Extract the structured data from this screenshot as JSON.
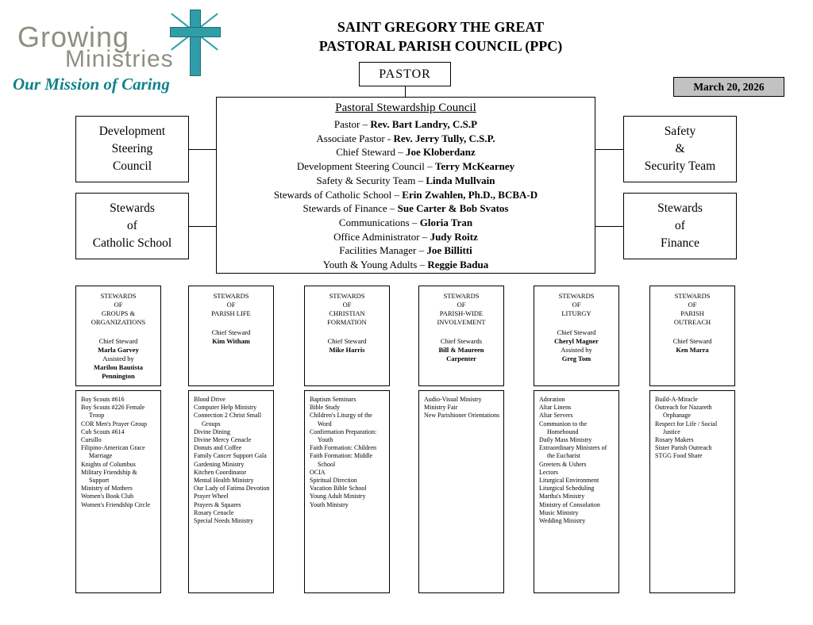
{
  "logo": {
    "word1": "Growing",
    "word2": "Ministries",
    "tagline": "Our Mission of Caring"
  },
  "header": {
    "title_line1": "SAINT GREGORY THE GREAT",
    "title_line2": "PASTORAL PARISH COUNCIL (PPC)",
    "date": "March 20, 2026"
  },
  "pastor_box": {
    "label": "PASTOR"
  },
  "council": {
    "title": "Pastoral Stewardship Council",
    "members": [
      {
        "role": "Pastor – ",
        "name": "Rev. Bart Landry, C.S.P"
      },
      {
        "role": "Associate Pastor - ",
        "name": "Rev. Jerry Tully, C.S.P."
      },
      {
        "role": "Chief Steward – ",
        "name": "Joe Kloberdanz"
      },
      {
        "role": "Development Steering Council – ",
        "name": "Terry McKearney"
      },
      {
        "role": "Safety & Security Team – ",
        "name": "Linda Mullvain"
      },
      {
        "role": "Stewards of Catholic School – ",
        "name": "Erin Zwahlen, Ph.D., BCBA-D"
      },
      {
        "role": "Stewards of Finance – ",
        "name": "Sue Carter & Bob Svatos"
      },
      {
        "role": "Communications – ",
        "name": "Gloria Tran"
      },
      {
        "role": "Office Administrator – ",
        "name": "Judy Roitz"
      },
      {
        "role": "Facilities Manager – ",
        "name": "Joe Billitti"
      },
      {
        "role": "Youth & Young Adults – ",
        "name": "Reggie Badua"
      }
    ]
  },
  "side_boxes": {
    "dev_council": "Development\nSteering\nCouncil",
    "catholic_school": "Stewards\nof\nCatholic School",
    "safety": "Safety\n&\nSecurity Team",
    "finance": "Stewards\nof\nFinance"
  },
  "columns": [
    {
      "title": "STEWARDS\nOF\nGROUPS &\nORGANIZATIONS",
      "chief_label": "Chief Steward",
      "chief_name": "Marla Garvey",
      "assisted_label": "Assisted by",
      "assisted_name": "Marilou Bautista\nPennington",
      "items": [
        "Boy Scouts #616",
        "Boy Scouts #226 Female Troop",
        "COR Men's Prayer Group",
        "Cub Scouts #614",
        "Cursillo",
        "Filipino-American Grace Marriage",
        "Knights of Columbus",
        "Military Friendship & Support",
        "Ministry of Mothers",
        "Women's Book Club",
        "Women's Friendship Circle"
      ]
    },
    {
      "title": "STEWARDS\nOF\nPARISH LIFE",
      "chief_label": "Chief Steward",
      "chief_name": "Kim Witham",
      "items": [
        "Blood Drive",
        "Computer Help Ministry",
        "Connection 2 Christ Small Groups",
        "Divine Dining",
        "Divine Mercy Cenacle",
        "Donuts and Coffee",
        "Family Cancer Support Gala",
        "Gardening Ministry",
        "Kitchen Coordinator",
        "Mental Health Ministry",
        "Our Lady of Fatima Devotion",
        "Prayer Wheel",
        "Prayers & Squares",
        "Rosary Cenacle",
        "Special Needs Ministry"
      ]
    },
    {
      "title": "STEWARDS\nOF\nCHRISTIAN\nFORMATION",
      "chief_label": "Chief Steward",
      "chief_name": "Mike Harris",
      "items": [
        "Baptism Seminars",
        "Bible Study",
        "Children's Liturgy of the Word",
        "Confirmation Preparation: Youth",
        "Faith Formation: Children",
        "Faith Formation: Middle School",
        "OCIA",
        "Spiritual Direction",
        "Vacation Bible School",
        "Young Adult Ministry",
        "Youth Ministry"
      ]
    },
    {
      "title": "STEWARDS\nOF\nPARISH-WIDE\nINVOLVEMENT",
      "chief_label": "Chief Stewards",
      "chief_name": "Bill & Maureen\nCarpenter",
      "items": [
        "Audio-Visual Ministry",
        "Ministry Fair",
        "New Parishioner Orientations"
      ]
    },
    {
      "title": "STEWARDS\nOF\nLITURGY",
      "chief_label": "Chief Steward",
      "chief_name": "Cheryl Magner",
      "assisted_label": "Assisted by",
      "assisted_name": "Greg Tom",
      "items": [
        "Adoration",
        "Altar Linens",
        "Altar Servers",
        "Communion to the Homebound",
        "Daily Mass Ministry",
        "Extraordinary Ministers of the Eucharist",
        "Greeters & Ushers",
        "Lectors",
        "Liturgical Environment",
        "Liturgical Scheduling",
        "Martha's Ministry",
        "Ministry of Consolation",
        "Music Ministry",
        "Wedding Ministry"
      ]
    },
    {
      "title": "STEWARDS\nOF\nPARISH\nOUTREACH",
      "chief_label": "Chief Steward",
      "chief_name": "Ken Marra",
      "items": [
        "Build-A-Miracle",
        "Outreach for Nazareth Orphanage",
        "Respect for Life / Social Justice",
        "Rosary Makers",
        "Sister Parish Outreach",
        "STGG Food Share"
      ]
    }
  ]
}
